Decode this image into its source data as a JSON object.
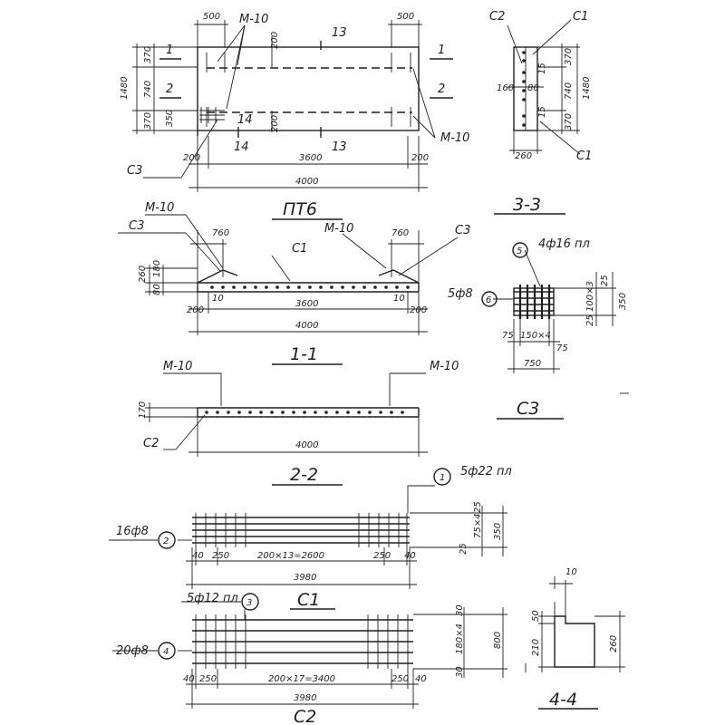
{
  "plan": {
    "title": "ПТ6",
    "dim_500_left": "500",
    "dim_500_right": "500",
    "dim_370": "370",
    "dim_740": "740",
    "dim_370b": "370",
    "dim_1480": "1480",
    "dim_350": "350",
    "dim_200a": "200",
    "dim_200b": "200",
    "dim_200_left": "200",
    "dim_3600": "3600",
    "dim_200_right": "200",
    "dim_4000": "4000",
    "mark_1_left": "1",
    "mark_1_right": "1",
    "mark_2_left": "2",
    "mark_2_right": "2",
    "mark_13_top": "13",
    "mark_14": "14",
    "mark_14_bottom": "14",
    "mark_13_bottom": "13",
    "m10_top": "M-10",
    "m10_right": "M-10",
    "c3": "C3"
  },
  "section_33": {
    "title": "3-3",
    "c2": "C2",
    "c1_top": "C1",
    "c1_bottom": "C1",
    "dim_370": "370",
    "dim_740": "740",
    "dim_370b": "370",
    "dim_1480": "1480",
    "dim_15a": "15",
    "dim_80": "80",
    "dim_15b": "15",
    "dim_160": "160",
    "dim_260": "260"
  },
  "section_11": {
    "title": "1-1",
    "m10_left": "M-10",
    "m10_right": "M-10",
    "c3_left": "C3",
    "c3_right": "C3",
    "c1": "C1",
    "dim_760_left": "760",
    "dim_760_right": "760",
    "dim_260": "260",
    "dim_180": "180",
    "dim_80": "80",
    "dim_10_left": "10",
    "dim_10_right": "10",
    "dim_200_left": "200",
    "dim_3600": "3600",
    "dim_200_right": "200",
    "dim_4000": "4000"
  },
  "detail_c3": {
    "title": "C3",
    "bubble_5": "5",
    "bars_5": "4ф16 пл",
    "bubble_6": "6",
    "bars_6": "5ф8",
    "dim_25a": "25",
    "dim_100x3": "100×3",
    "dim_25b": "25",
    "dim_350": "350",
    "dim_75a": "75",
    "dim_150x4": "150×4",
    "dim_75b": "75",
    "dim_750": "750"
  },
  "section_22": {
    "title": "2-2",
    "m10_left": "M-10",
    "m10_right": "M-10",
    "c2": "C2",
    "dim_170": "170",
    "dim_4000": "4000"
  },
  "detail_c1": {
    "title": "C1",
    "bubble_1": "1",
    "bars_1": "5ф22 пл",
    "bubble_2": "2",
    "bars_2": "16ф8",
    "dim_25a": "25",
    "dim_75x4": "75×4",
    "dim_25b": "25",
    "dim_350": "350",
    "dim_40l": "40",
    "dim_250l": "250",
    "dim_mid": "200×13=2600",
    "dim_250r": "250",
    "dim_40r": "40",
    "dim_3980": "3980"
  },
  "detail_c2": {
    "title": "C2",
    "bubble_3": "3",
    "bars_3": "5ф12 пл",
    "bubble_4": "4",
    "bars_4": "20ф8",
    "dim_30a": "30",
    "dim_180x4": "180×4",
    "dim_30b": "30",
    "dim_800": "800",
    "dim_40l": "40",
    "dim_250l": "250",
    "dim_mid": "200×17=3400",
    "dim_250r": "250",
    "dim_40r": "40",
    "dim_3980": "3980"
  },
  "section_44": {
    "title": "4-4",
    "dim_10": "10",
    "dim_50": "50",
    "dim_210": "210",
    "dim_260": "260"
  }
}
